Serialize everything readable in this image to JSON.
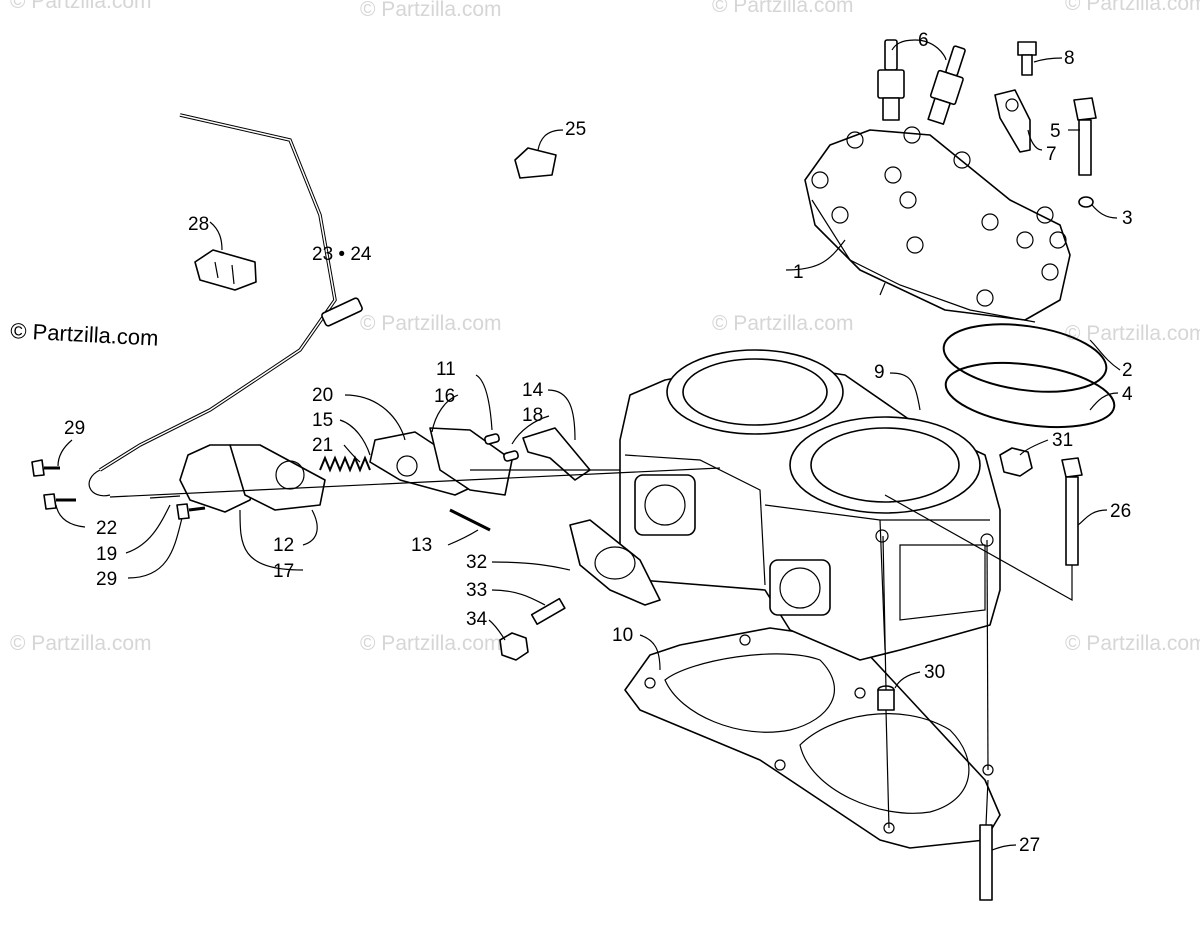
{
  "watermark": "© Partzilla.com",
  "callouts": {
    "c1": "1",
    "c2": "2",
    "c3": "3",
    "c4": "4",
    "c5": "5",
    "c6": "6",
    "c7": "7",
    "c8": "8",
    "c9": "9",
    "c10": "10",
    "c11": "11",
    "c12": "12",
    "c13": "13",
    "c14": "14",
    "c15": "15",
    "c16": "16",
    "c17": "17",
    "c18": "18",
    "c19": "19",
    "c20": "20",
    "c21": "21",
    "c22": "22",
    "c23_24": "23 • 24",
    "c25": "25",
    "c26": "26",
    "c27": "27",
    "c28": "28",
    "c29a": "29",
    "c29b": "29",
    "c30": "30",
    "c31": "31",
    "c32": "32",
    "c33": "33",
    "c34": "34"
  }
}
